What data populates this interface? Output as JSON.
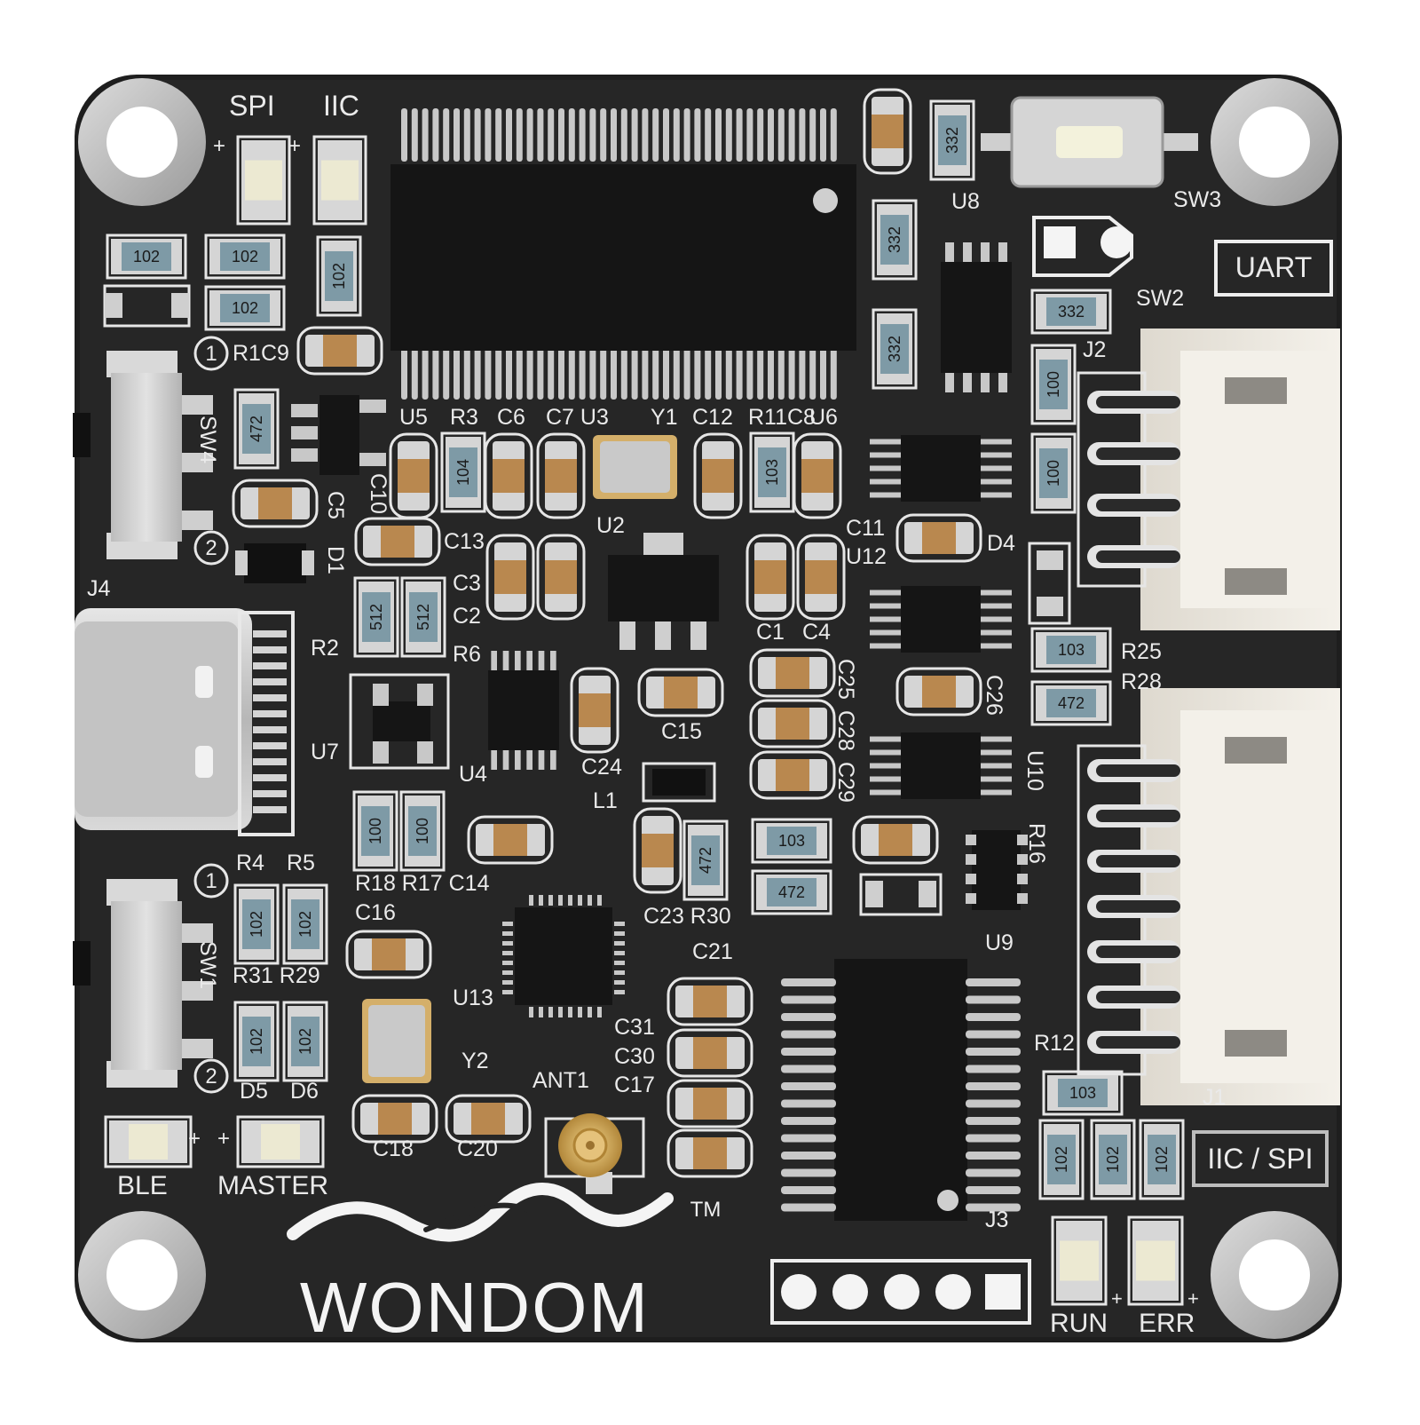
{
  "colors": {
    "board": "#262626",
    "board_edge": "#1b1b1b",
    "silkscreen": "#efefef",
    "pad": "#c9c9c9",
    "ceramic": "#b9884f",
    "resistor_body": "#7e9aa6",
    "ic_body": "#151515",
    "connector": "#ece8e0",
    "led_lens": "#ece9d2"
  },
  "board": {
    "brand": "WONDOM",
    "trademark": "TM"
  },
  "labels": {
    "spi": "SPI",
    "iic": "IIC",
    "uart": "UART",
    "iic_spi": "IIC / SPI",
    "ble": "BLE",
    "master": "MASTER",
    "run": "RUN",
    "err": "ERR",
    "plus": "+",
    "sw1_num1": "1",
    "sw1_num2": "2",
    "sw4_num1": "1",
    "sw4_num2": "2"
  },
  "designators": {
    "r1c9": "R1C9",
    "sw4": "SW4",
    "sw1": "SW1",
    "c5": "C5",
    "c10": "C10",
    "d1": "D1",
    "j4": "J4",
    "r2": "R2",
    "u5": "U5",
    "r3": "R3",
    "c6": "C6",
    "c7u3": "C7 U3",
    "y1": "Y1",
    "c12": "C12",
    "r11c8": "R11C8",
    "u6": "U6",
    "u2": "U2",
    "c13": "C13",
    "c3": "C3",
    "c2": "C2",
    "r6": "R6",
    "c11": "C11",
    "u12": "U12",
    "d4": "D4",
    "c1": "C1",
    "c4": "C4",
    "c25": "C25",
    "c28": "C28",
    "c29": "C29",
    "c26": "C26",
    "u7": "U7",
    "u4": "U4",
    "c24": "C24",
    "c15": "C15",
    "l1": "L1",
    "u10": "U10",
    "r4": "R4",
    "r5": "R5",
    "r18r17c14": "R18 R17 C14",
    "c16": "C16",
    "c23r30": "C23 R30",
    "r16": "R16",
    "r31r29": "R31 R29",
    "u13": "U13",
    "u9": "U9",
    "c21": "C21",
    "c31": "C31",
    "c30": "C30",
    "c17": "C17",
    "y2": "Y2",
    "ant1": "ANT1",
    "d5": "D5",
    "d6": "D6",
    "c18": "C18",
    "c20": "C20",
    "r12": "R12",
    "j1": "J1",
    "j2": "J2",
    "j3": "J3",
    "r25": "R25",
    "r28": "R28",
    "u8": "U8",
    "sw3": "SW3",
    "sw2": "SW2"
  },
  "resistor_codes": {
    "r_102_a": "102",
    "r_102_b": "102",
    "r_102_c": "102",
    "r_102_d": "102",
    "r_472_a": "472",
    "r_512_a": "512",
    "r_512_b": "512",
    "r_104": "104",
    "r_103_a": "103",
    "r_332_a": "332",
    "r_332_b": "332",
    "r_332_c": "332",
    "r_332_d": "332",
    "r_100_a": "100",
    "r_100_b": "100",
    "r_103_b": "103",
    "r_472_b": "472",
    "r_100_c": "100",
    "r_100_d": "100",
    "r_103_c": "103",
    "r_472_c": "472",
    "r_472_d": "472",
    "r_102_e": "102",
    "r_102_f": "102",
    "r_102_g": "102",
    "r_102_h": "102",
    "r_103_d": "103",
    "r_102_i": "102",
    "r_102_j": "102",
    "r_102_k": "102"
  }
}
